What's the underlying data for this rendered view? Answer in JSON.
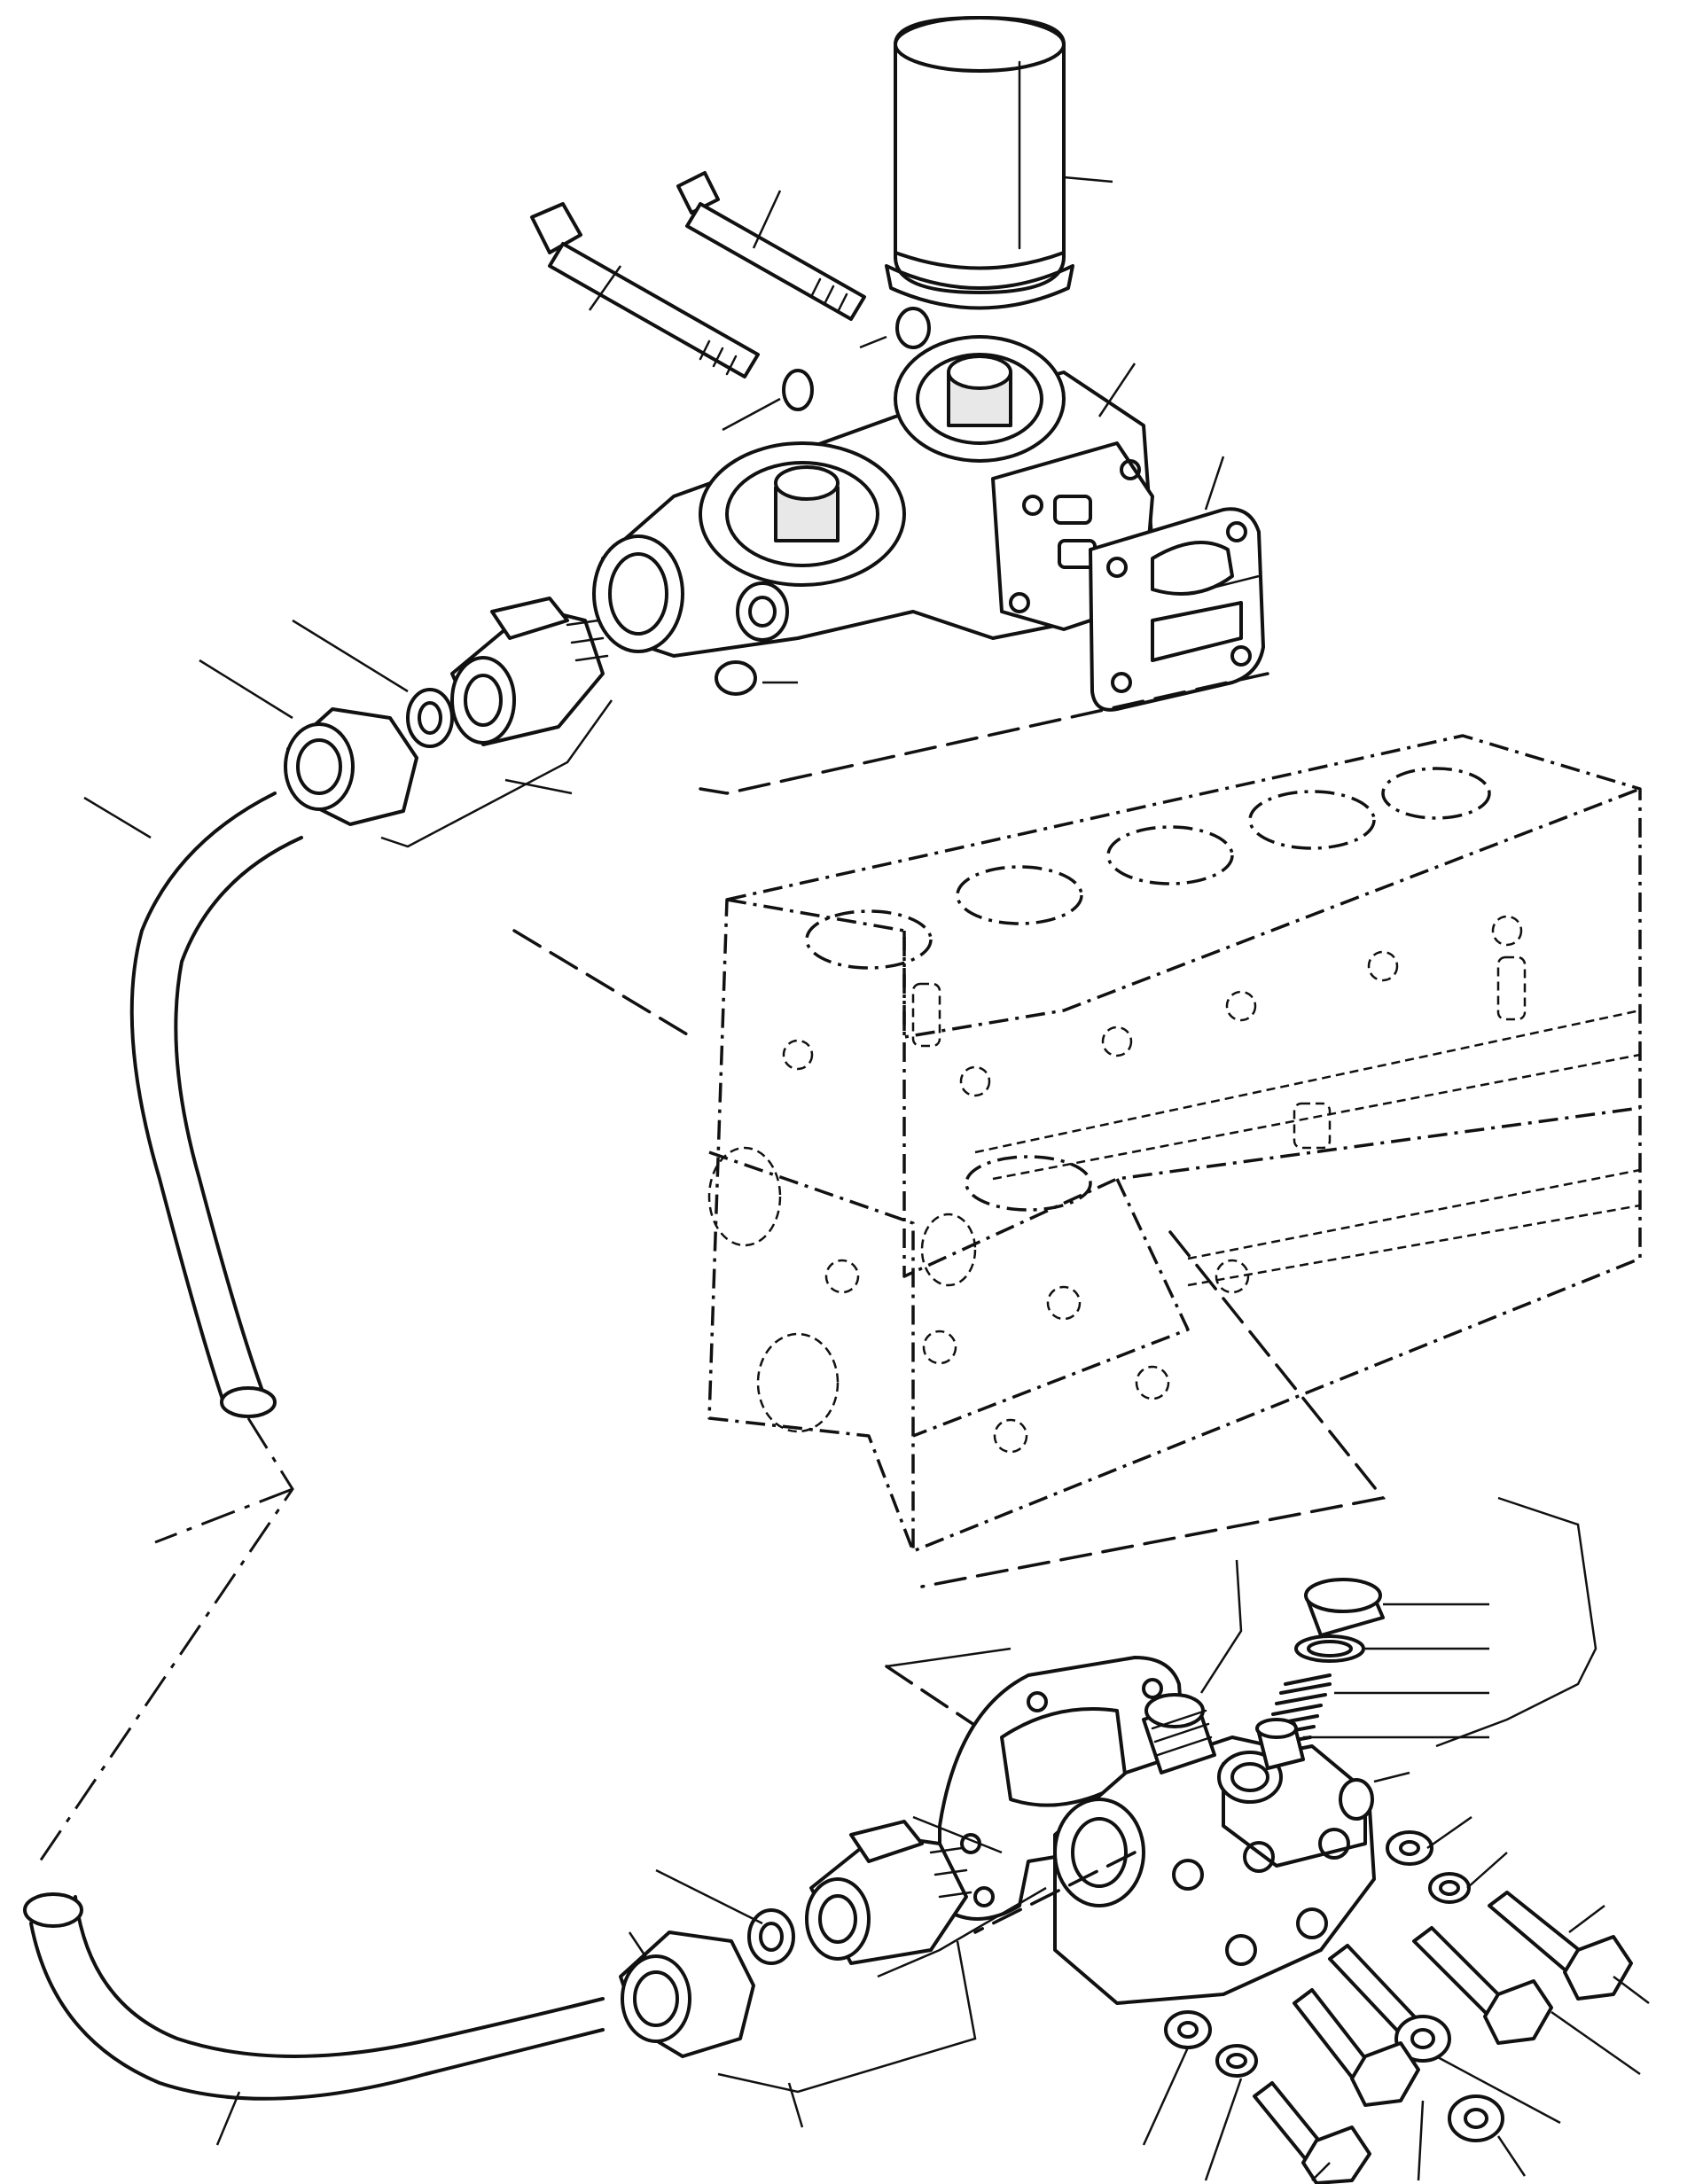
{
  "figure": {
    "kind": "exploded parts diagram",
    "assemblies": [
      "upper-oil-filter-housing",
      "engine-block",
      "lower-valve-housing",
      "connecting-oil-pipe"
    ],
    "callout_labels_printed": false
  }
}
